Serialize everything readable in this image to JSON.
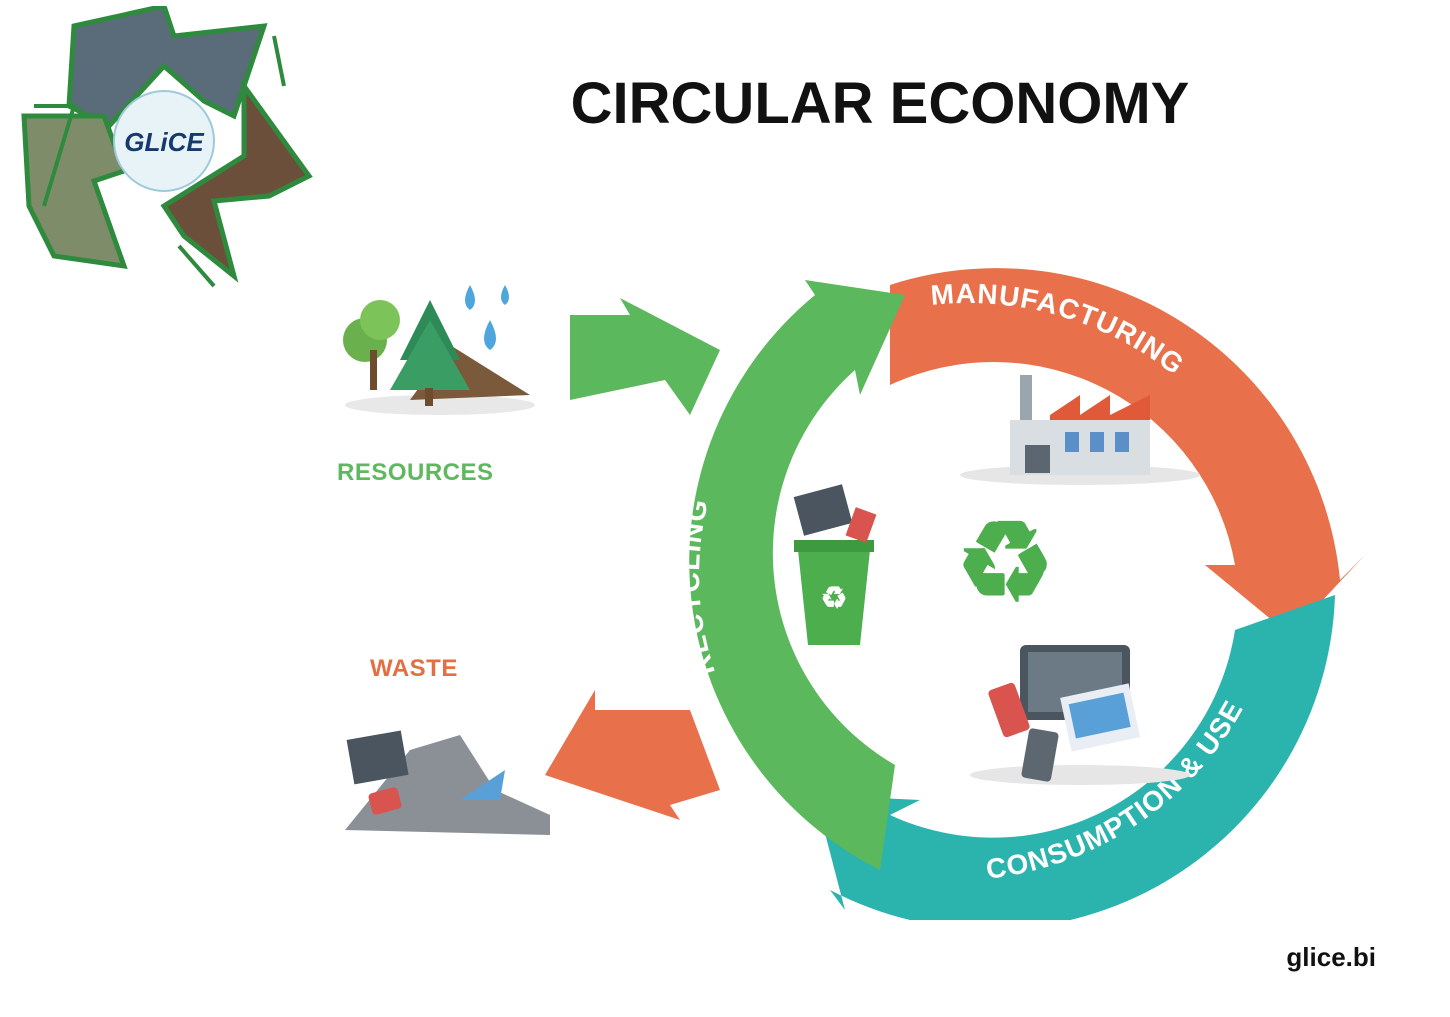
{
  "title": "CIRCULAR ECONOMY",
  "footer": "glice.bi",
  "logo": {
    "text": "GLiCE"
  },
  "side_labels": {
    "resources": "RESOURCES",
    "waste": "WASTE"
  },
  "cycle": {
    "manufacturing": "MANUFACTURING",
    "consumption": "CONSUMPTION & USE",
    "recycling": "RECYCLING"
  },
  "colors": {
    "green": "#5cb85c",
    "orange": "#e8704a",
    "teal": "#2bb3ad",
    "title": "#111111"
  },
  "icons": [
    "recycle-logo-icon",
    "trees-icon",
    "water-drops-icon",
    "factory-icon",
    "recycle-bin-icon",
    "recycle-symbol-icon",
    "devices-icon",
    "waste-pile-icon"
  ]
}
